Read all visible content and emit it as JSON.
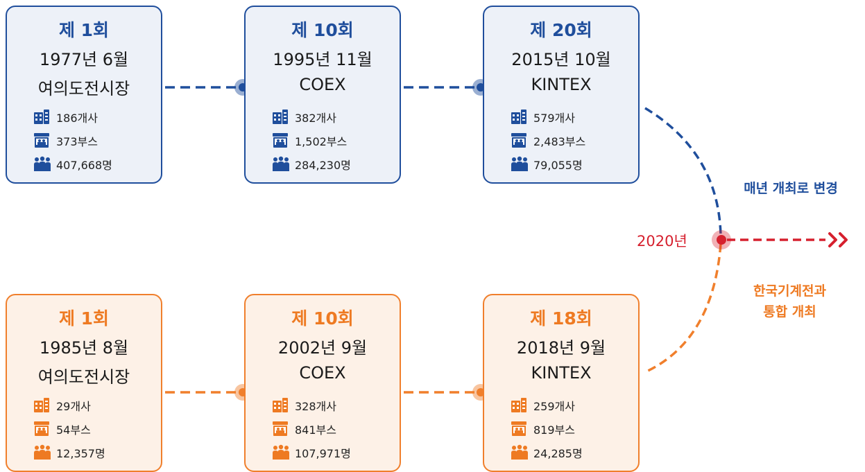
{
  "top_row": {
    "color": "#1f4e9c",
    "cards": [
      {
        "edition": "제 1회",
        "date": "1977년 6월",
        "venue": "여의도전시장",
        "companies": "186개사",
        "booths": "373부스",
        "visitors": "407,668명"
      },
      {
        "edition": "제 10회",
        "date": "1995년 11월",
        "venue": "COEX",
        "companies": "382개사",
        "booths": "1,502부스",
        "visitors": "284,230명"
      },
      {
        "edition": "제 20회",
        "date": "2015년 10월",
        "venue": "KINTEX",
        "companies": "579개사",
        "booths": "2,483부스",
        "visitors": "79,055명"
      }
    ],
    "note": "매년 개최로 변경"
  },
  "bottom_row": {
    "color": "#ee7a22",
    "cards": [
      {
        "edition": "제 1회",
        "date": "1985년 8월",
        "venue": "여의도전시장",
        "companies": "29개사",
        "booths": "54부스",
        "visitors": "12,357명"
      },
      {
        "edition": "제 10회",
        "date": "2002년 9월",
        "venue": "COEX",
        "companies": "328개사",
        "booths": "841부스",
        "visitors": "107,971명"
      },
      {
        "edition": "제 18회",
        "date": "2018년 9월",
        "venue": "KINTEX",
        "companies": "259개사",
        "booths": "819부스",
        "visitors": "24,285명"
      }
    ],
    "note_line1": "한국기계전과",
    "note_line2": "통합 개최"
  },
  "merge_point": {
    "label": "2020년",
    "color": "#d6202e"
  },
  "icons": {
    "companies": "building-icon",
    "booths": "booth-icon",
    "visitors": "people-icon"
  }
}
